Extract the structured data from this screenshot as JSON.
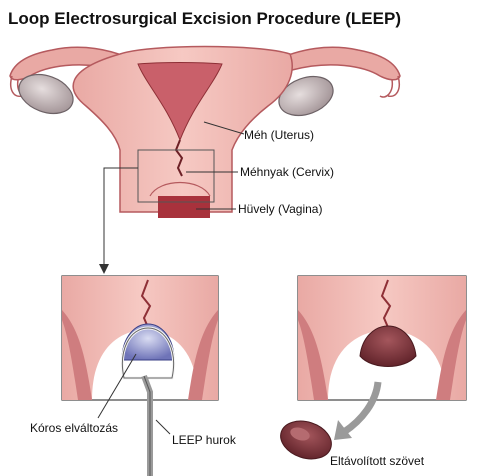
{
  "title": "Loop Electrosurgical Excision Procedure (LEEP)",
  "labels": {
    "uterus": "Méh (Uterus)",
    "cervix": "Méhnyak (Cervix)",
    "vagina": "Hüvely (Vagina)",
    "lesion": "Kóros elváltozás",
    "loop": "LEEP hurok",
    "removed": "Eltávolított szövet"
  }
}
